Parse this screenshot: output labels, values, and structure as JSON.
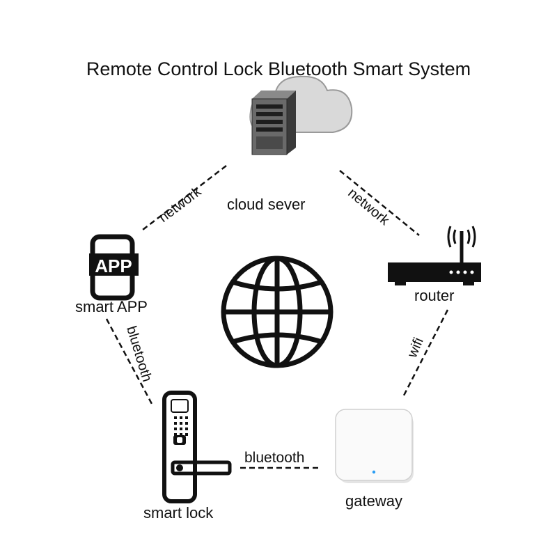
{
  "title": "Remote Control Lock Bluetooth Smart System",
  "nodes": {
    "cloud_server": "cloud sever",
    "smart_app": "smart APP",
    "app_icon_text": "APP",
    "router": "router",
    "gateway": "gateway",
    "smart_lock": "smart lock"
  },
  "links": {
    "cloud_to_app": "network",
    "cloud_to_router": "network",
    "app_to_lock": "bluetooth",
    "router_to_gateway": "wifi",
    "lock_to_gateway": "bluetooth"
  },
  "colors": {
    "ink": "#111111",
    "device_white": "#f7f7f7",
    "led": "#2a9df4"
  },
  "icons": [
    "server-icon",
    "cloud-icon",
    "phone-app-icon",
    "router-icon",
    "globe-icon",
    "gateway-icon",
    "smart-lock-icon"
  ]
}
